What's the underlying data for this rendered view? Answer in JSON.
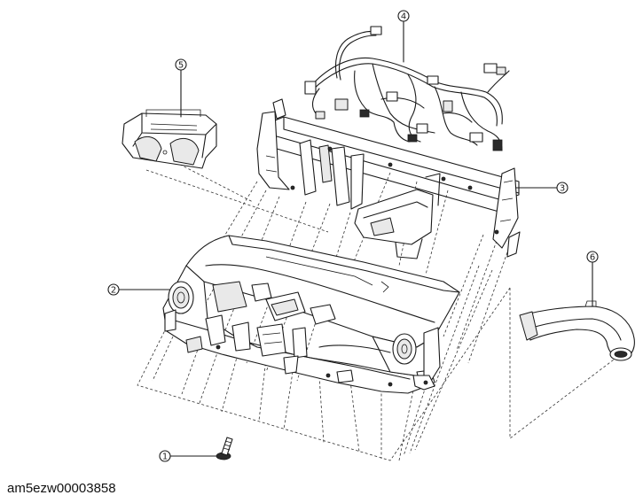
{
  "figure": {
    "caption": "am5ezw00003858",
    "callouts": [
      {
        "id": "c1",
        "number": "1",
        "part": "bolt"
      },
      {
        "id": "c2",
        "number": "2",
        "part": "dashboard"
      },
      {
        "id": "c3",
        "number": "3",
        "part": "dashboard-member"
      },
      {
        "id": "c4",
        "number": "4",
        "part": "wiring-harness"
      },
      {
        "id": "c5",
        "number": "5",
        "part": "center-vent-duct"
      },
      {
        "id": "c6",
        "number": "6",
        "part": "side-vent-duct"
      }
    ]
  }
}
